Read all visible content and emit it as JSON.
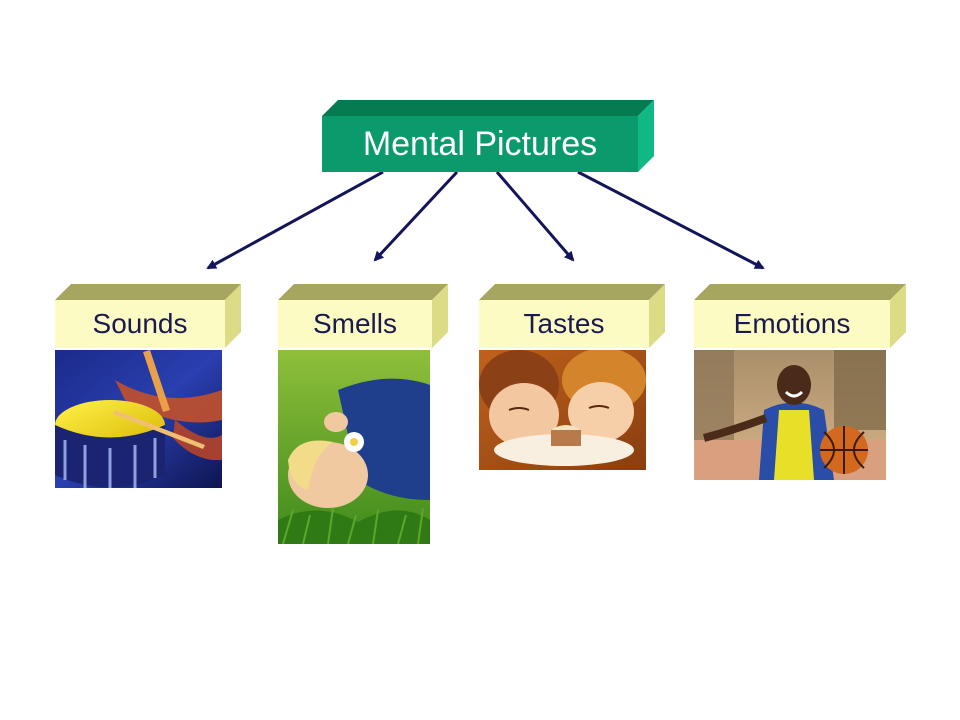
{
  "root": {
    "label": "Mental Pictures",
    "color": "#0b9a6b"
  },
  "children": [
    {
      "label": "Sounds",
      "image": "drummer-photo"
    },
    {
      "label": "Smells",
      "image": "child-smelling-flower-photo"
    },
    {
      "label": "Tastes",
      "image": "children-tasting-cake-photo"
    },
    {
      "label": "Emotions",
      "image": "smiling-boy-with-basketball-photo"
    }
  ],
  "colors": {
    "root_front": "#0b9a6b",
    "root_top": "#067a50",
    "root_side": "#0fb884",
    "leaf_front": "#fbfbc3",
    "leaf_top": "#a6a660",
    "leaf_side": "#dcdc86",
    "arrow": "#14145a",
    "leaf_text": "#1a1a50"
  }
}
